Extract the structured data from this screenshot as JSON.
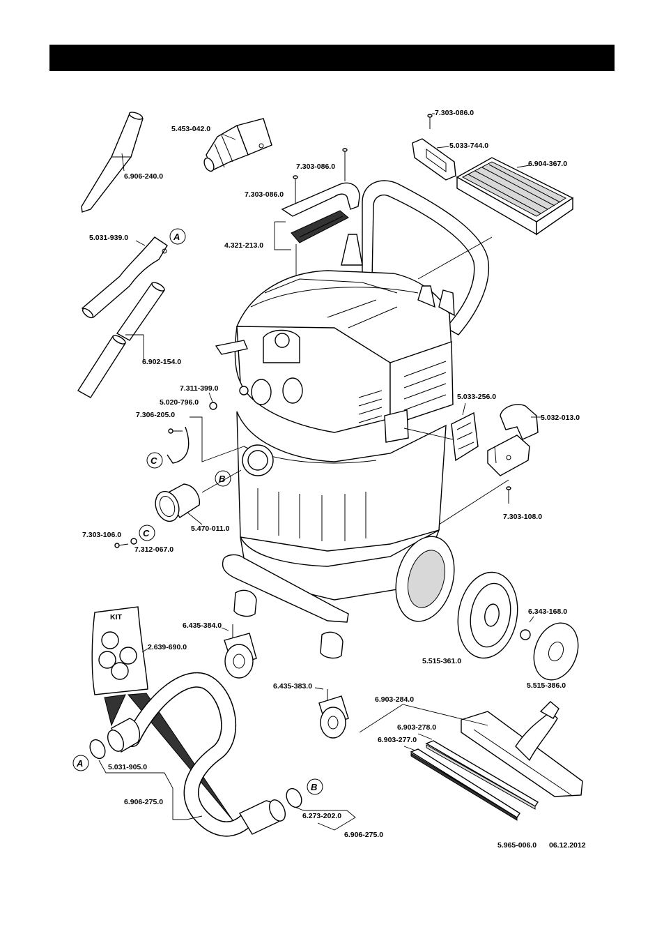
{
  "part_numbers": {
    "p6906240": "6.906-240.0",
    "p5453042": "5.453-042.0",
    "p7303086_top": "7.303-086.0",
    "p5033744": "5.033-744.0",
    "p6904367": "6.904-367.0",
    "p7303086_mid": "7.303-086.0",
    "p7303086_left": "7.303-086.0",
    "p4321213": "4.321-213.0",
    "p5031939": "5.031-939.0",
    "p6902154": "6.902-154.0",
    "p7311399": "7.311-399.0",
    "p5020796": "5.020-796.0",
    "p7306205": "7.306-205.0",
    "p5033256": "5.033-256.0",
    "p5032013": "5.032-013.0",
    "p5470011": "5.470-011.0",
    "p7303108": "7.303-108.0",
    "p7303106": "7.303-106.0",
    "p7312067": "7.312-067.0",
    "p6435384": "6.435-384.0",
    "p2639690": "2.639-690.0",
    "p6343168": "6.343-168.0",
    "p5515361": "5.515-361.0",
    "p5515386": "5.515-386.0",
    "p6435383": "6.435-383.0",
    "p6903284": "6.903-284.0",
    "p6903278": "6.903-278.0",
    "p6903277": "6.903-277.0",
    "p5031905": "5.031-905.0",
    "p6906275_a": "6.906-275.0",
    "p6273202": "6.273-202.0",
    "p6906275_b": "6.906-275.0"
  },
  "ring_labels": {
    "a_top": "A",
    "a_bottom": "A",
    "b_mid": "B",
    "b_bottom": "B",
    "c_left": "C",
    "c_mid": "C"
  },
  "kit_label": "KIT",
  "footer": {
    "doc_number": "5.965-006.0",
    "date": "06.12.2012"
  }
}
